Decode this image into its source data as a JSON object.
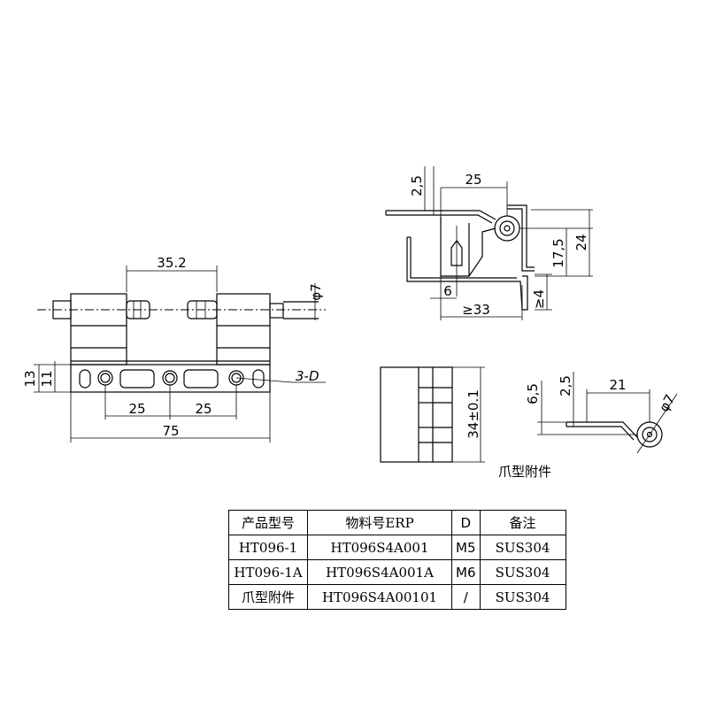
{
  "dimensions": {
    "front_pitch": "35.2",
    "front_pin_dia": "φ7",
    "front_height_13": "13",
    "front_height_11": "11",
    "hole_callout": "3-D",
    "hole_spacing_1": "25",
    "hole_spacing_2": "25",
    "overall_length": "75",
    "side_offset_top": "2,5",
    "side_width": "25",
    "side_height_17": "17,5",
    "side_height_24": "24",
    "side_pin_6": "6",
    "side_min_33": "≥33",
    "side_min_4": "≥4",
    "plan_height": "34±0.1",
    "claw_6": "6,5",
    "claw_25": "2,5",
    "claw_21": "21",
    "claw_dia": "φ7"
  },
  "claw_caption": "爪型附件",
  "table": {
    "headers": [
      "产品型号",
      "物料号ERP",
      "D",
      "备注"
    ],
    "rows": [
      [
        "HT096-1",
        "HT096S4A001",
        "M5",
        "SUS304"
      ],
      [
        "HT096-1A",
        "HT096S4A001A",
        "M6",
        "SUS304"
      ],
      [
        "爪型附件",
        "HT096S4A00101",
        "/",
        "SUS304"
      ]
    ]
  }
}
